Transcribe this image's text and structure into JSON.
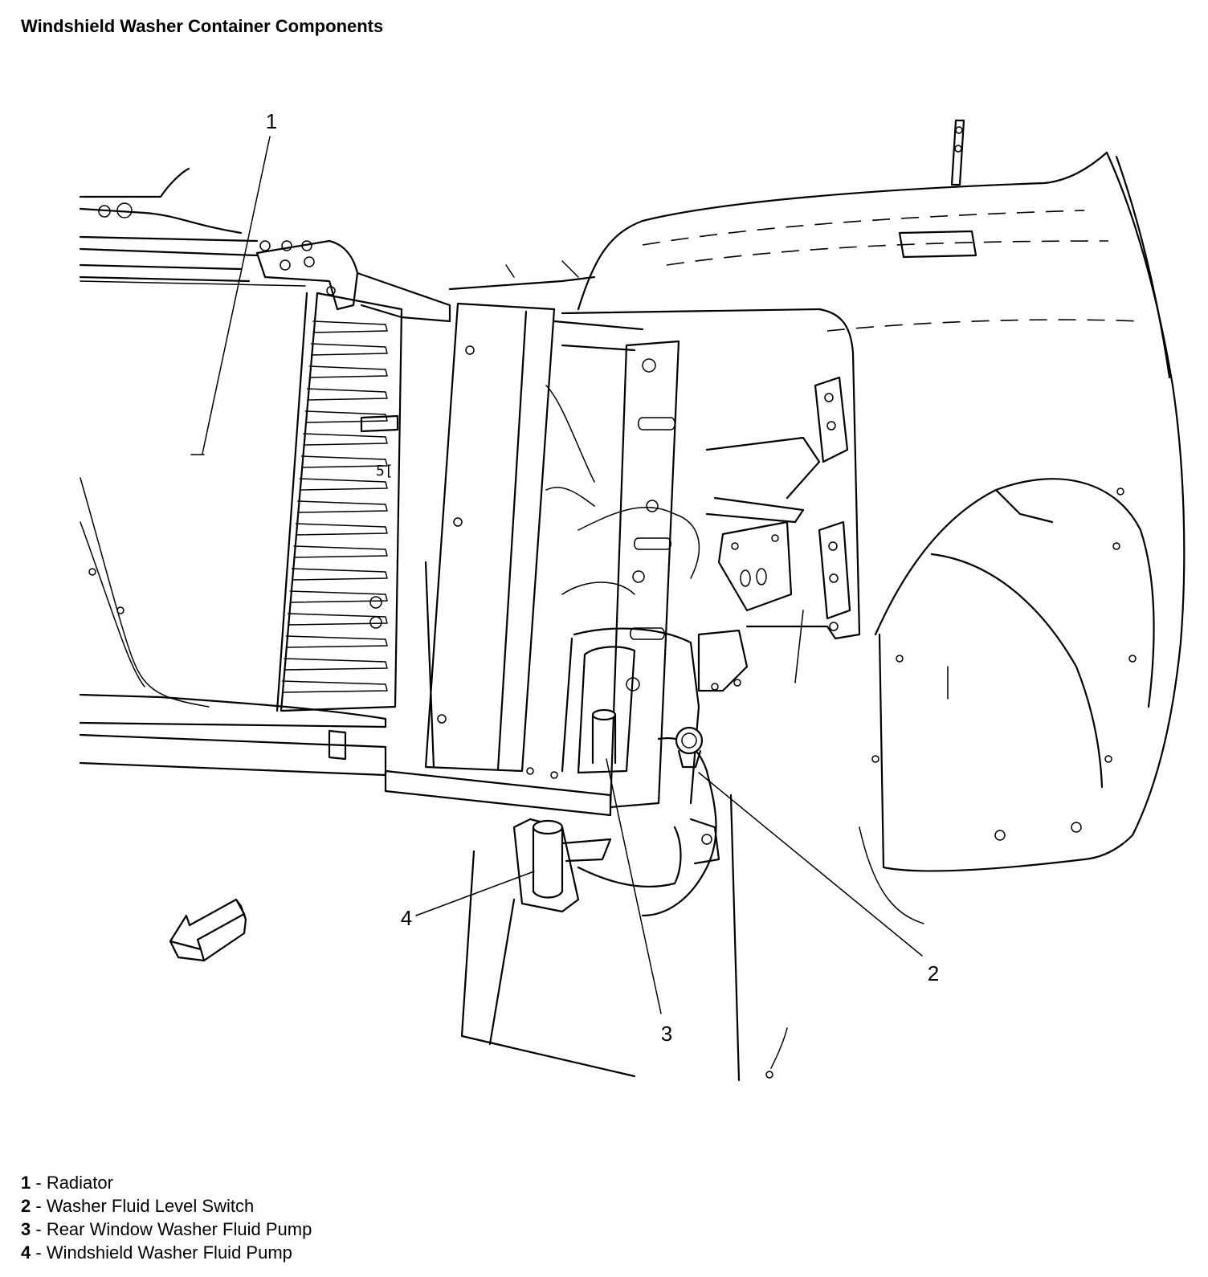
{
  "title": "Windshield Washer Container Components",
  "callouts": [
    {
      "num": "1"
    },
    {
      "num": "2"
    },
    {
      "num": "3"
    },
    {
      "num": "4"
    }
  ],
  "legend": [
    {
      "num": "1",
      "sep": " - ",
      "label": "Radiator"
    },
    {
      "num": "2",
      "sep": " - ",
      "label": "Washer Fluid Level Switch"
    },
    {
      "num": "3",
      "sep": " - ",
      "label": "Rear Window Washer Fluid Pump"
    },
    {
      "num": "4",
      "sep": " - ",
      "label": "Windshield Washer Fluid Pump"
    }
  ],
  "radiator_marking": "5[",
  "icons": [
    "front-direction-arrow-icon"
  ]
}
